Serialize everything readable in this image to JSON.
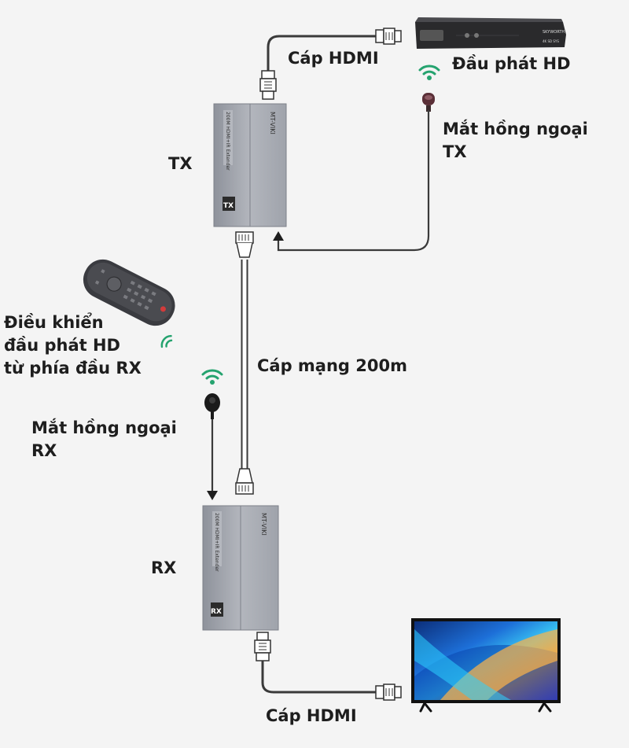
{
  "labels": {
    "hdmi_cable_top": "Cáp HDMI",
    "hd_player": "Đầu phát HD",
    "ir_tx": [
      "Mắt hồng ngoại",
      "TX"
    ],
    "tx": "TX",
    "remote": [
      "Điều khiển",
      "đầu phát HD",
      "từ phía đầu RX"
    ],
    "network_cable": "Cáp mạng 200m",
    "ir_rx": [
      "Mắt hồng ngoại",
      "RX"
    ],
    "rx": "RX",
    "hdmi_cable_bottom": "Cáp HDMI"
  },
  "devices": {
    "extender_brand": "MT-VIKI",
    "extender_model": "200M HDMI+IR Extender",
    "tx_badge": "TX",
    "rx_badge": "RX",
    "player_brand": "SKYWORTH",
    "player_model": "4K SD SYS"
  },
  "colors": {
    "text": "#1e1e1e",
    "cable": "#3a3a3a",
    "extender_body": "#a7aab2",
    "extender_face": "#c4c6cc",
    "ir_eye": "#5a2f37",
    "wifi": "#25a36f",
    "tv_frame": "#111111"
  }
}
